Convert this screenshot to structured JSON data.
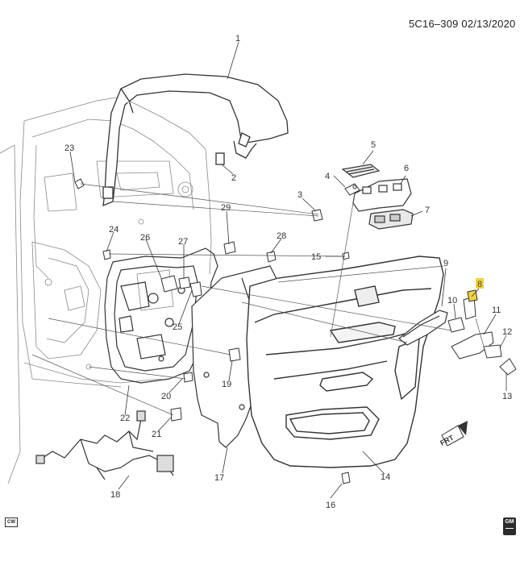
{
  "header": {
    "code": "5C16–309 02/13/2020"
  },
  "badge": {
    "cw": "CW"
  },
  "logo": {
    "text": "GM"
  },
  "direction": {
    "text": "FRT"
  },
  "callouts": {
    "c1": "1",
    "c2": "2",
    "c3": "3",
    "c4": "4",
    "c5": "5",
    "c6": "6",
    "c7": "7",
    "c8": "8",
    "c9": "9",
    "c10": "10",
    "c11": "11",
    "c12": "12",
    "c13": "13",
    "c14": "14",
    "c15": "15",
    "c16": "16",
    "c17": "17",
    "c18": "18",
    "c19": "19",
    "c20": "20",
    "c21": "21",
    "c22": "22",
    "c23": "23",
    "c24": "24",
    "c25": "25",
    "c26": "26",
    "c27": "27",
    "c28": "28",
    "c29": "29"
  },
  "colors": {
    "line": "#444444",
    "highlight": "#f2d23c",
    "label_box": "#e3e3e3"
  }
}
